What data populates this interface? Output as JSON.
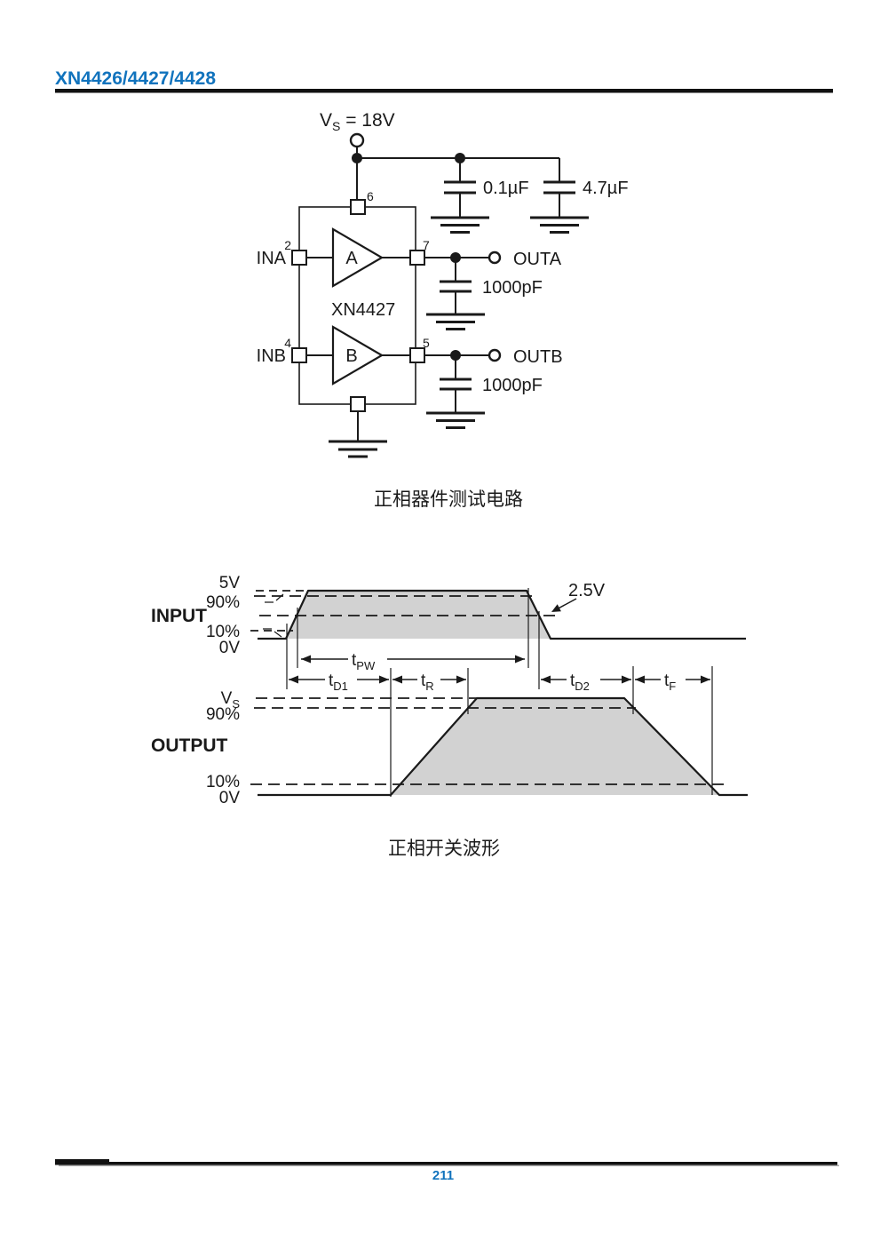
{
  "colors": {
    "accent_blue": "#1173bd",
    "shade_gray": "#d2d2d2"
  },
  "header": {
    "title": "XN4426/4427/4428"
  },
  "footer": {
    "page_number": "211"
  },
  "circuit": {
    "caption": "正相器件测试电路",
    "supply": {
      "main": "V",
      "sub": "S",
      "rest": " = 18V"
    },
    "bypass_cap1": "0.1µF",
    "bypass_cap2": "4.7µF",
    "chip_name": "XN4427",
    "pins": {
      "p6": "6",
      "p2": "2",
      "p7": "7",
      "p4": "4",
      "p5": "5"
    },
    "signals": {
      "ina": "INA",
      "inb": "INB",
      "outa": "OUTA",
      "outb": "OUTB"
    },
    "amps": {
      "a": "A",
      "b": "B"
    },
    "load_cap_a": "1000pF",
    "load_cap_b": "1000pF"
  },
  "waveform": {
    "caption": "正相开关波形",
    "input_label": "INPUT",
    "output_label": "OUTPUT",
    "threshold": "2.5V",
    "input_levels": {
      "v5": "5V",
      "p90": "90%",
      "p10": "10%",
      "v0": "0V"
    },
    "output_levels": {
      "vs_main": "V",
      "vs_sub": "S",
      "p90": "90%",
      "p10": "10%",
      "v0": "0V"
    },
    "timings": {
      "tpw": {
        "t": "t",
        "sub": "PW"
      },
      "td1": {
        "t": "t",
        "sub": "D1"
      },
      "tr": {
        "t": "t",
        "sub": "R"
      },
      "td2": {
        "t": "t",
        "sub": "D2"
      },
      "tf": {
        "t": "t",
        "sub": "F"
      }
    }
  }
}
